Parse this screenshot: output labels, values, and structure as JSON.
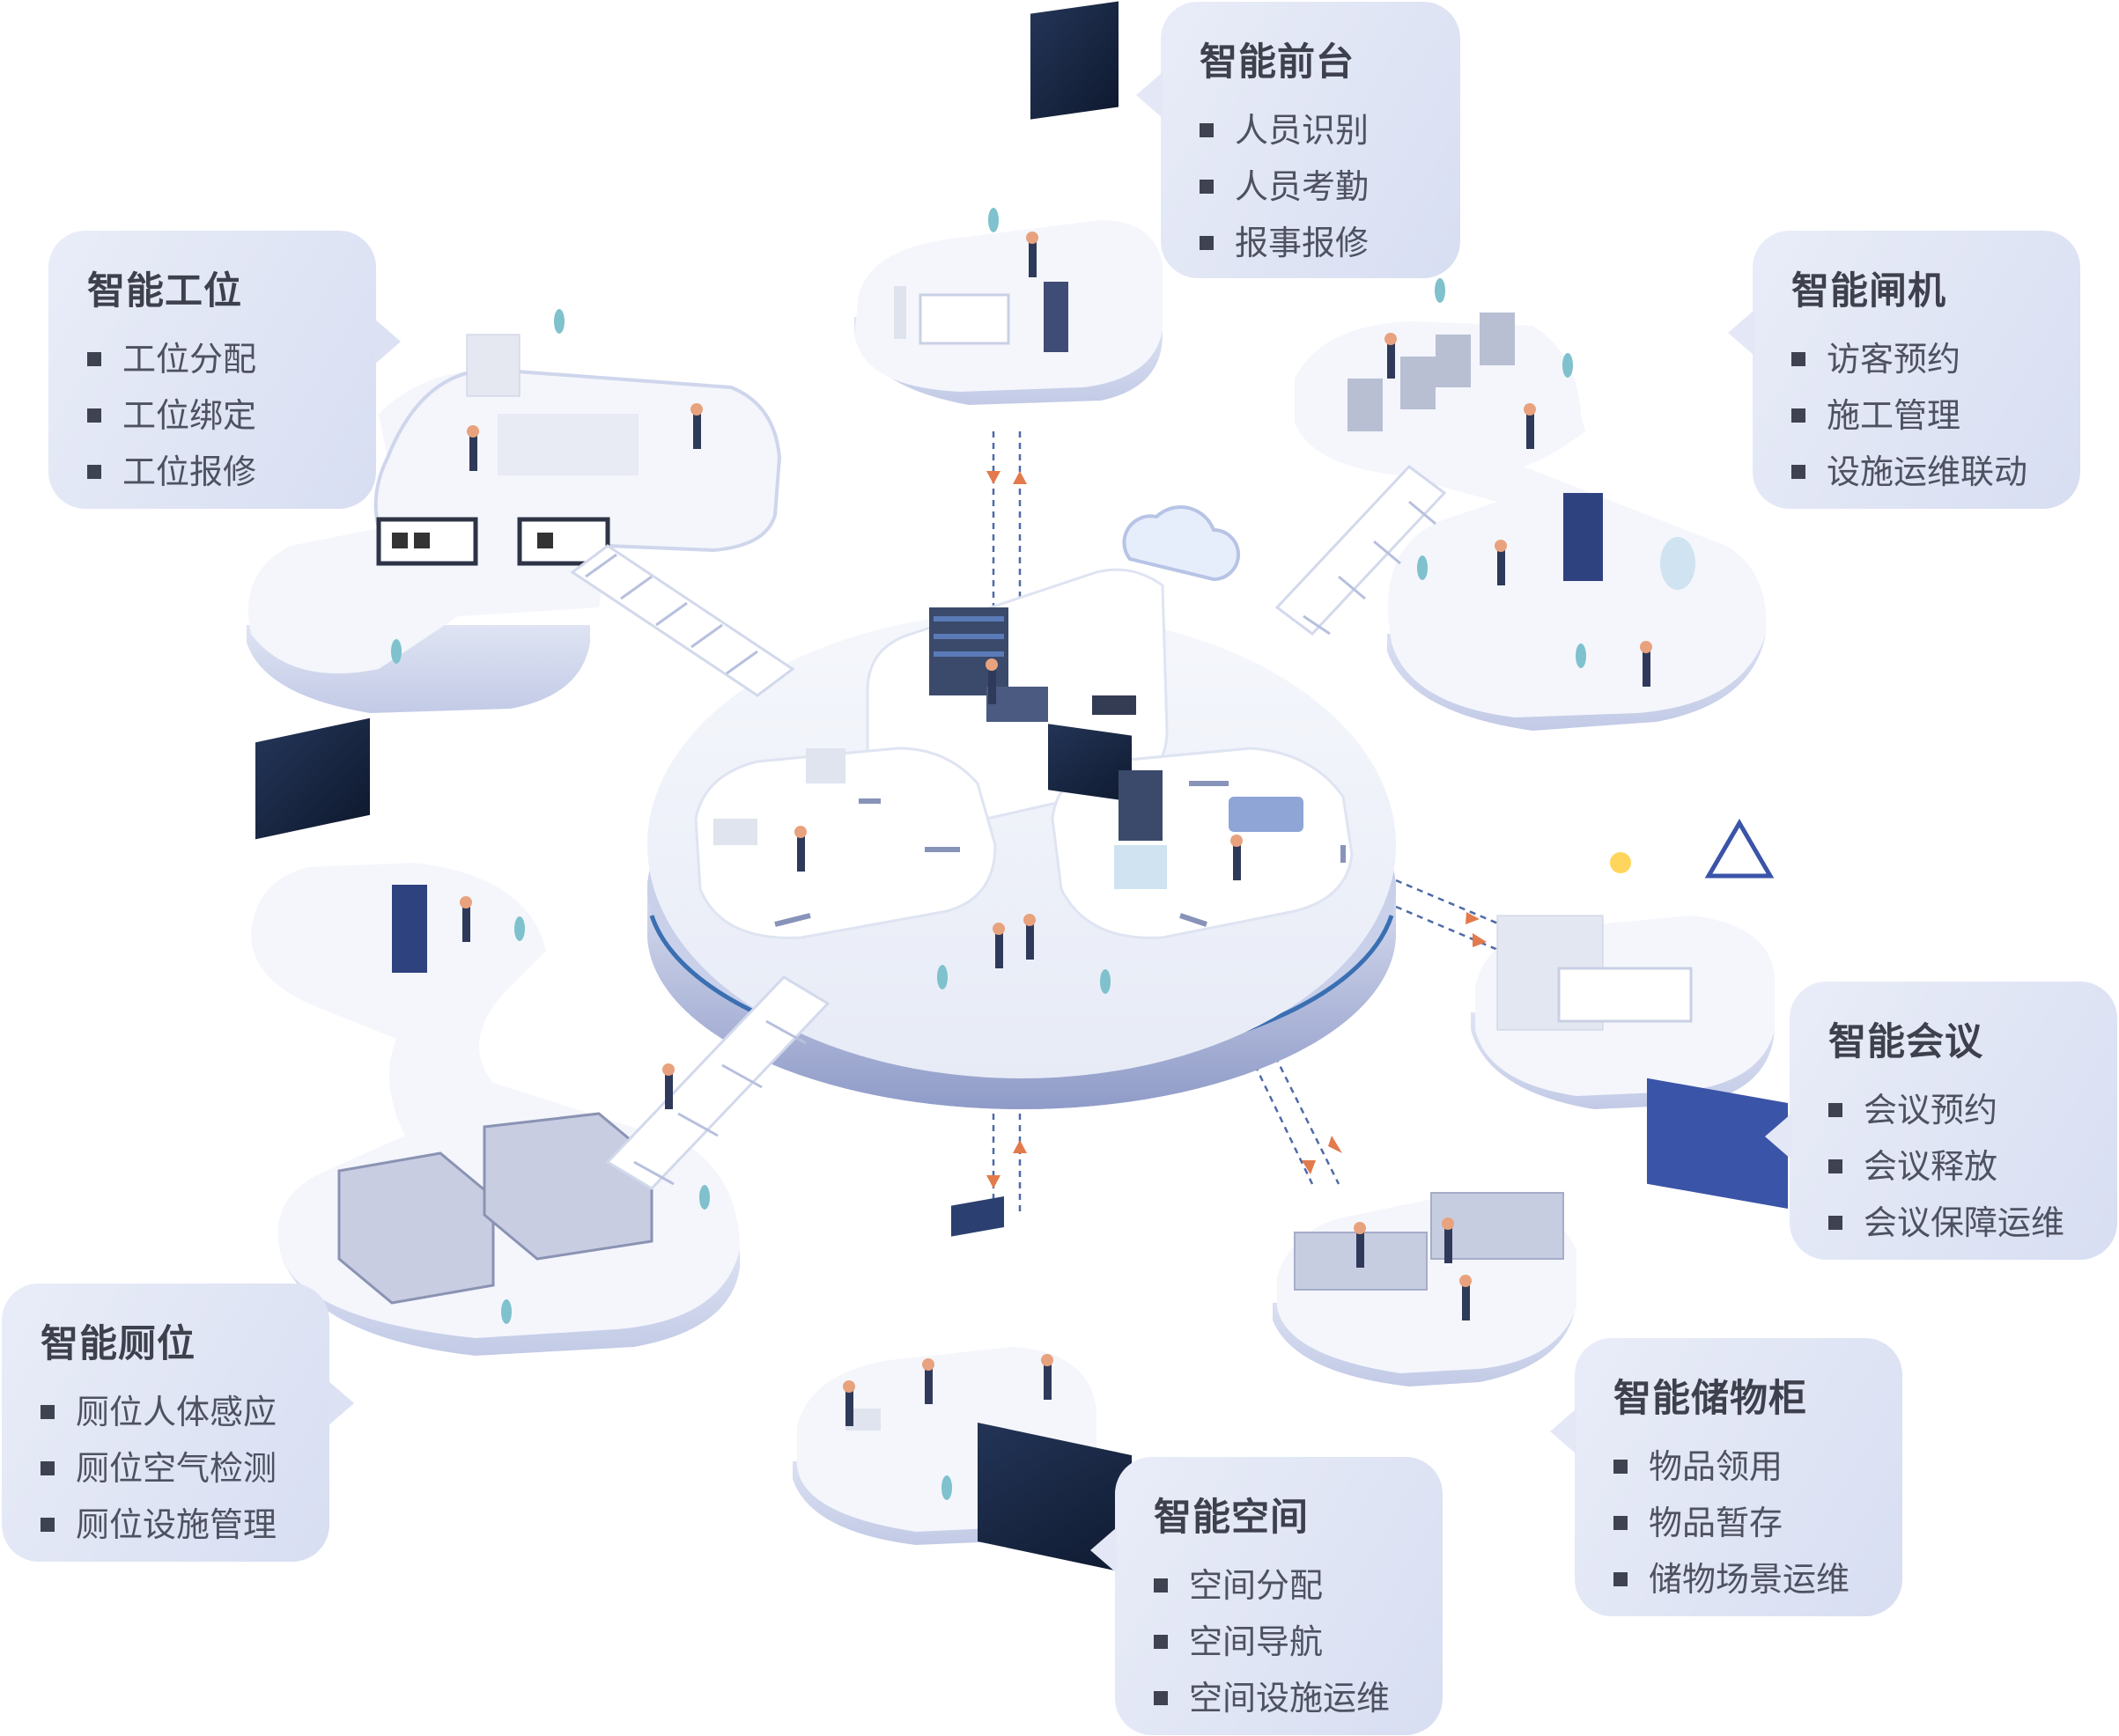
{
  "modules": [
    {
      "id": "workstation",
      "title": "智能工位",
      "items": [
        "工位分配",
        "工位绑定",
        "工位报修"
      ]
    },
    {
      "id": "reception",
      "title": "智能前台",
      "items": [
        "人员识别",
        "人员考勤",
        "报事报修"
      ]
    },
    {
      "id": "gate",
      "title": "智能闸机",
      "items": [
        "访客预约",
        "施工管理",
        "设施运维联动"
      ]
    },
    {
      "id": "meeting",
      "title": "智能会议",
      "items": [
        "会议预约",
        "会议释放",
        "会议保障运维"
      ]
    },
    {
      "id": "locker",
      "title": "智能储物柜",
      "items": [
        "物品领用",
        "物品暂存",
        "储物场景运维"
      ]
    },
    {
      "id": "space",
      "title": "智能空间",
      "items": [
        "空间分配",
        "空间导航",
        "空间设施运维"
      ]
    },
    {
      "id": "restroom",
      "title": "智能厕位",
      "items": [
        "厕位人体感应",
        "厕位空气检测",
        "厕位设施管理"
      ]
    }
  ],
  "colors": {
    "callout_bg": "#e0e5f5",
    "platform_top": "#f4f6fb",
    "platform_side": "#c3cbe6",
    "accent_blue": "#3f6fb0",
    "arrow_orange": "#e27a4c"
  }
}
